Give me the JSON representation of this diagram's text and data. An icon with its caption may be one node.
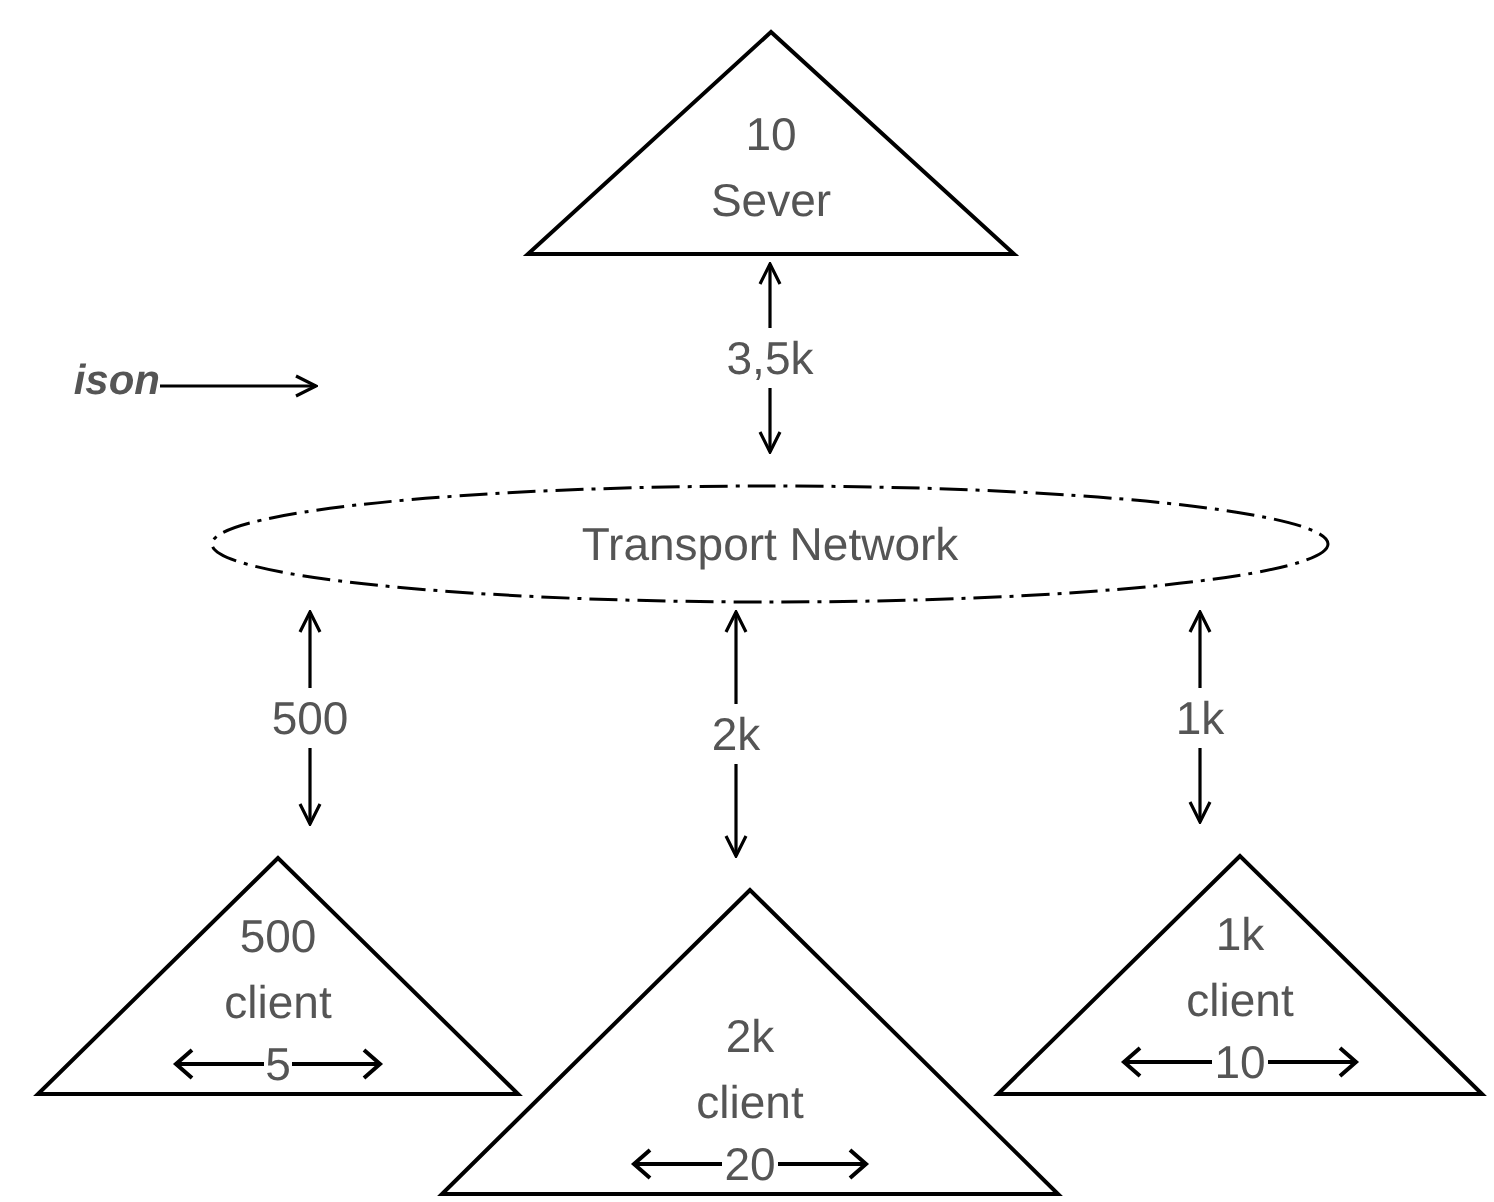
{
  "diagram": {
    "nodes": [
      {
        "text": [
          "10 Sever"
        ]
      },
      {
        "text": [
          "ison"
        ]
      },
      {
        "text": [
          "Transport Network"
        ]
      },
      {
        "text": [
          "500 client",
          "5"
        ]
      },
      {
        "text": [
          "2k client",
          "20"
        ]
      },
      {
        "text": [
          "1k client",
          "10"
        ]
      }
    ],
    "edges": [
      {
        "from": 0,
        "to": 2,
        "arrow": "both",
        "label": "3,5k"
      },
      {
        "from": 1,
        "to": null,
        "arrow": "to"
      },
      {
        "from": 2,
        "to": 3,
        "arrow": "both",
        "label": "500"
      },
      {
        "from": 2,
        "to": 4,
        "arrow": "both",
        "label": "2k"
      },
      {
        "from": 2,
        "to": 5,
        "arrow": "both",
        "label": "1k"
      }
    ]
  }
}
